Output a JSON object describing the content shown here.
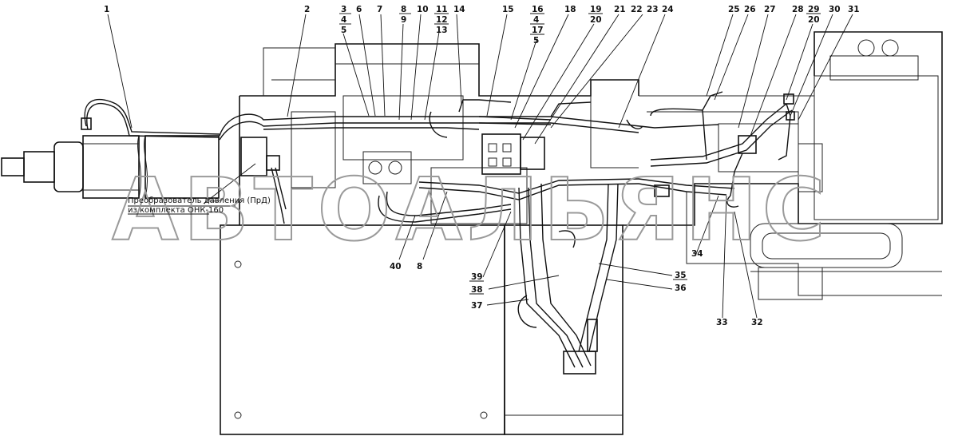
{
  "watermark": "АВТОАЛЬЯНС",
  "note_line1": "Преобразователь давления (ПрД)",
  "note_line2": "из комплекта ОНК-160",
  "callouts_top": [
    "1",
    "2",
    "3",
    "4",
    "5",
    "6",
    "7",
    "8",
    "9",
    "10",
    "11",
    "12",
    "13",
    "14",
    "15",
    "16",
    "4",
    "17",
    "5",
    "18",
    "19",
    "20",
    "21",
    "22",
    "23",
    "24",
    "25",
    "26",
    "27",
    "28",
    "29",
    "20",
    "30",
    "31"
  ],
  "callouts_bottom": [
    "40",
    "8",
    "39",
    "38",
    "37",
    "35",
    "36",
    "34",
    "33",
    "32"
  ]
}
